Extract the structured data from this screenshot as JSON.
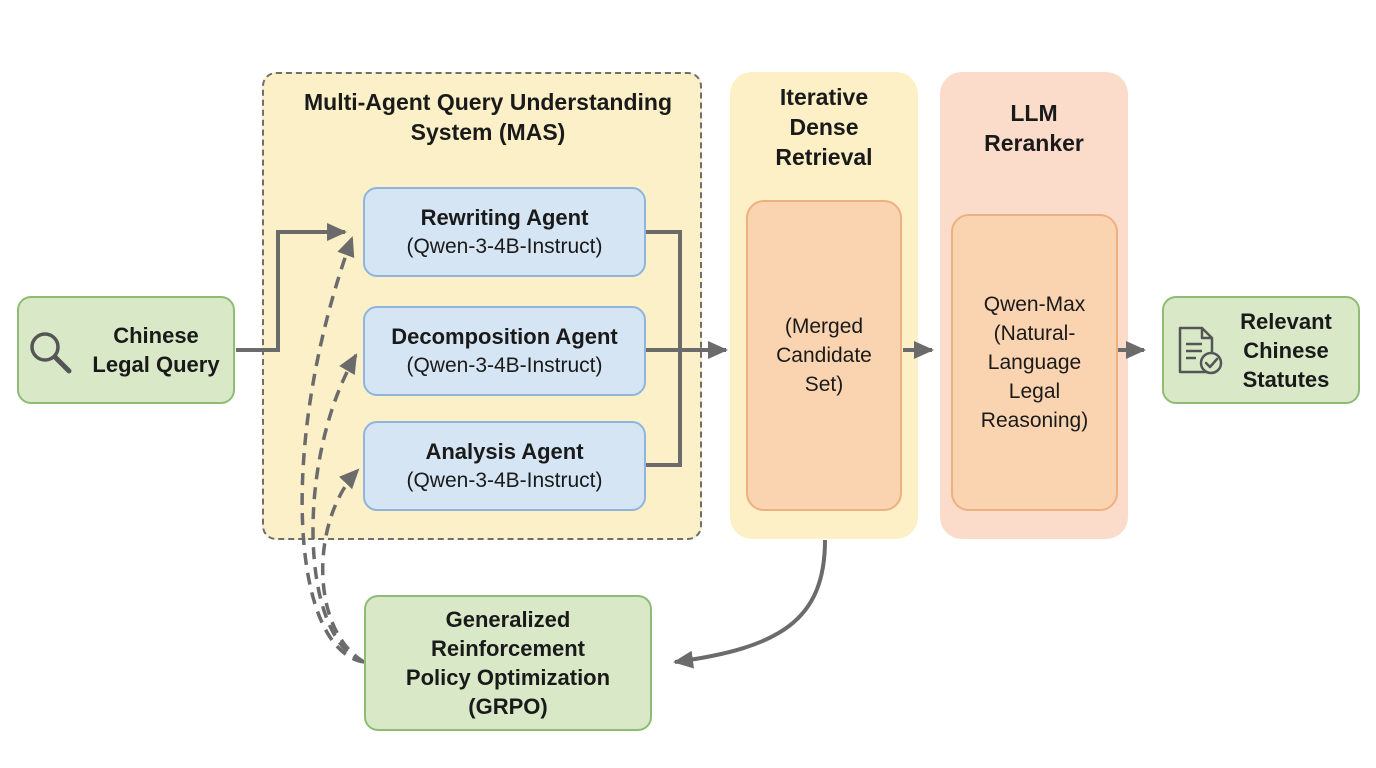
{
  "input": {
    "lines": [
      "Chinese",
      "Legal Query"
    ],
    "icon": "search-icon"
  },
  "mas": {
    "title_lines": [
      "Multi-Agent Query Understanding",
      "System (MAS)"
    ]
  },
  "agents": [
    {
      "name": "Rewriting Agent",
      "model": "(Qwen-3-4B-Instruct)"
    },
    {
      "name": "Decomposition Agent",
      "model": "(Qwen-3-4B-Instruct)"
    },
    {
      "name": "Analysis Agent",
      "model": "(Qwen-3-4B-Instruct)"
    }
  ],
  "retrieval": {
    "title_lines": [
      "Iterative",
      "Dense",
      "Retrieval"
    ],
    "body_lines": [
      "(Merged",
      "Candidate",
      "Set)"
    ]
  },
  "reranker": {
    "title_lines": [
      "LLM",
      "Reranker"
    ],
    "body_lines": [
      "Qwen-Max",
      "(Natural-",
      "Language",
      "Legal",
      "Reasoning)"
    ]
  },
  "output": {
    "lines": [
      "Relevant",
      "Chinese",
      "Statutes"
    ],
    "icon": "document-check-icon"
  },
  "grpo": {
    "lines": [
      "Generalized",
      "Reinforcement",
      "Policy Optimization",
      "(GRPO)"
    ]
  },
  "colors": {
    "green_fill": "#d9e9c8",
    "green_border": "#8fbb74",
    "blue_fill": "#d6e5f4",
    "blue_border": "#8fb5dc",
    "orange_fill": "#fad4b0",
    "orange_border": "#ecb081",
    "yellow_panel": "#fcf0c9",
    "peach_panel": "#fbdccb",
    "arrow": "#6b6b6b"
  }
}
